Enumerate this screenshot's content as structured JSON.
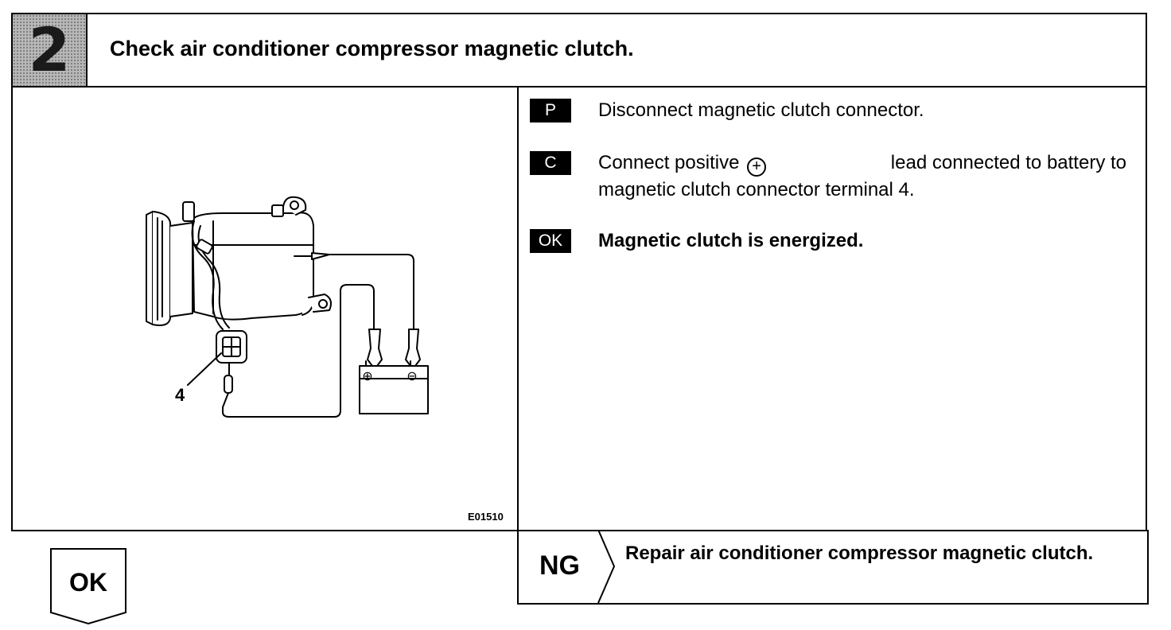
{
  "header": {
    "step_number": "2",
    "title": "Check air conditioner compressor magnetic clutch."
  },
  "figure": {
    "code": "E01510",
    "terminal_label": "4",
    "battery_positive": "⊕",
    "battery_negative": "⊖"
  },
  "steps": [
    {
      "tag": "P",
      "text": "Disconnect magnetic clutch connector."
    },
    {
      "tag": "C",
      "line1_pre": "Connect positive",
      "symbol": "+",
      "line1_post": "lead connected to battery to",
      "line2": "magnetic clutch connector terminal 4."
    },
    {
      "tag": "OK",
      "text": "Magnetic clutch is energized."
    }
  ],
  "ok_result": {
    "label": "OK"
  },
  "ng_result": {
    "label": "NG",
    "text": "Repair air conditioner compressor magnetic clutch."
  }
}
